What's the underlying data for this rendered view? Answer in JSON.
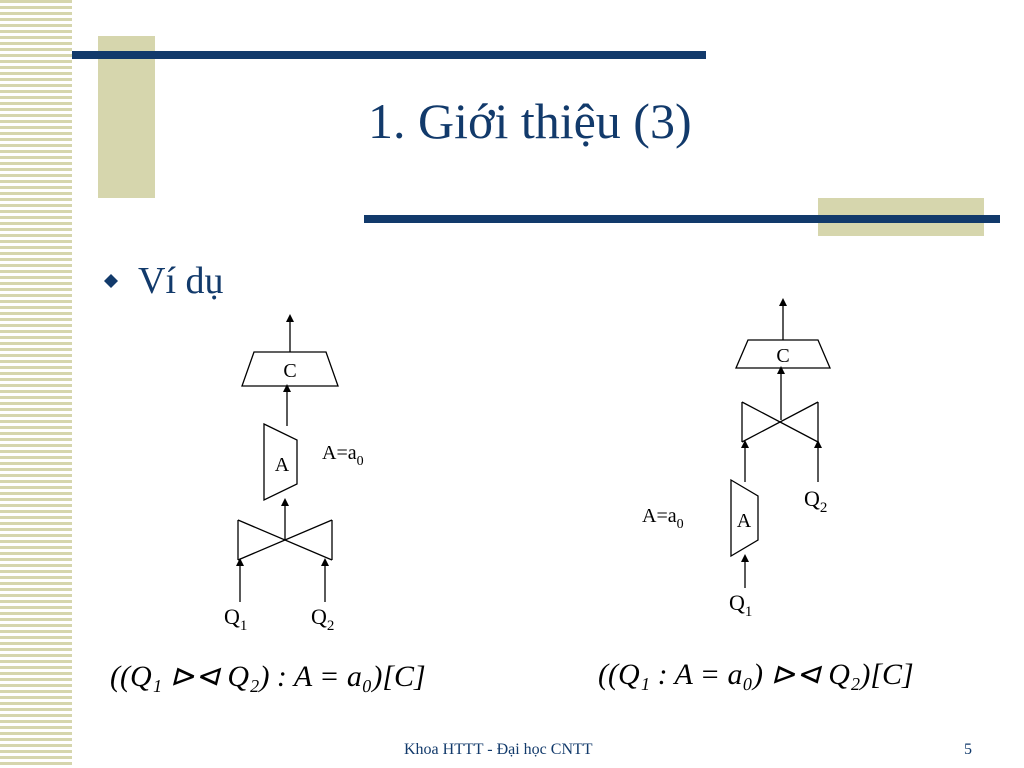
{
  "slide": {
    "title": "1. Giới thiệu (3)",
    "bullet": "Ví dụ",
    "footer": "Khoa HTTT - Đại học CNTT",
    "page_number": "5"
  },
  "colors": {
    "accent": "#123a6b",
    "tan": "#d6d6ad"
  },
  "diagram_left": {
    "project_label": "C",
    "select_label": "A",
    "condition": "A=a",
    "condition_sub": "0",
    "inputs": [
      {
        "name": "Q",
        "sub": "1"
      },
      {
        "name": "Q",
        "sub": "2"
      }
    ],
    "expression": "((Q₁ ⊳⊲ Q₂) : A = a₀)[C]"
  },
  "diagram_right": {
    "project_label": "C",
    "select_label": "A",
    "condition": "A=a",
    "condition_sub": "0",
    "inputs": [
      {
        "name": "Q",
        "sub": "1"
      },
      {
        "name": "Q",
        "sub": "2"
      }
    ],
    "expression": "((Q₁ : A = a₀) ⊳⊲ Q₂)[C]"
  }
}
